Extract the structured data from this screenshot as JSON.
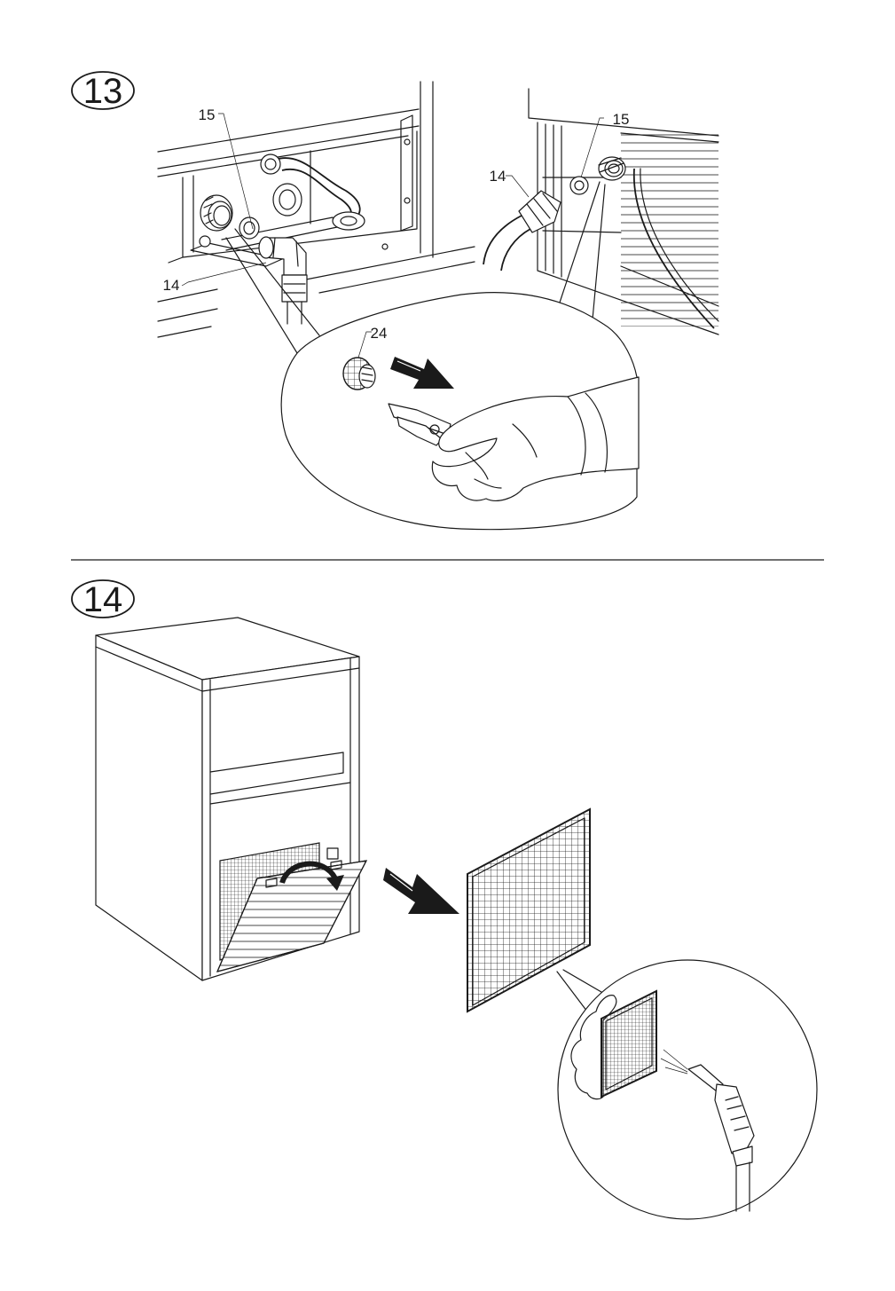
{
  "steps": [
    {
      "number": "13",
      "callouts": {
        "left_15": "15",
        "left_14": "14",
        "right_15": "15",
        "right_14": "14",
        "part_24": "24"
      }
    },
    {
      "number": "14"
    }
  ],
  "colors": {
    "ink": "#1a1a1a",
    "paper": "#ffffff",
    "grey": "#9a9a9a"
  },
  "icons": [
    "wide-arrow-icon",
    "curved-arrow-icon",
    "hand-icon",
    "pliers-icon",
    "air-gun-icon",
    "filter-icon"
  ]
}
